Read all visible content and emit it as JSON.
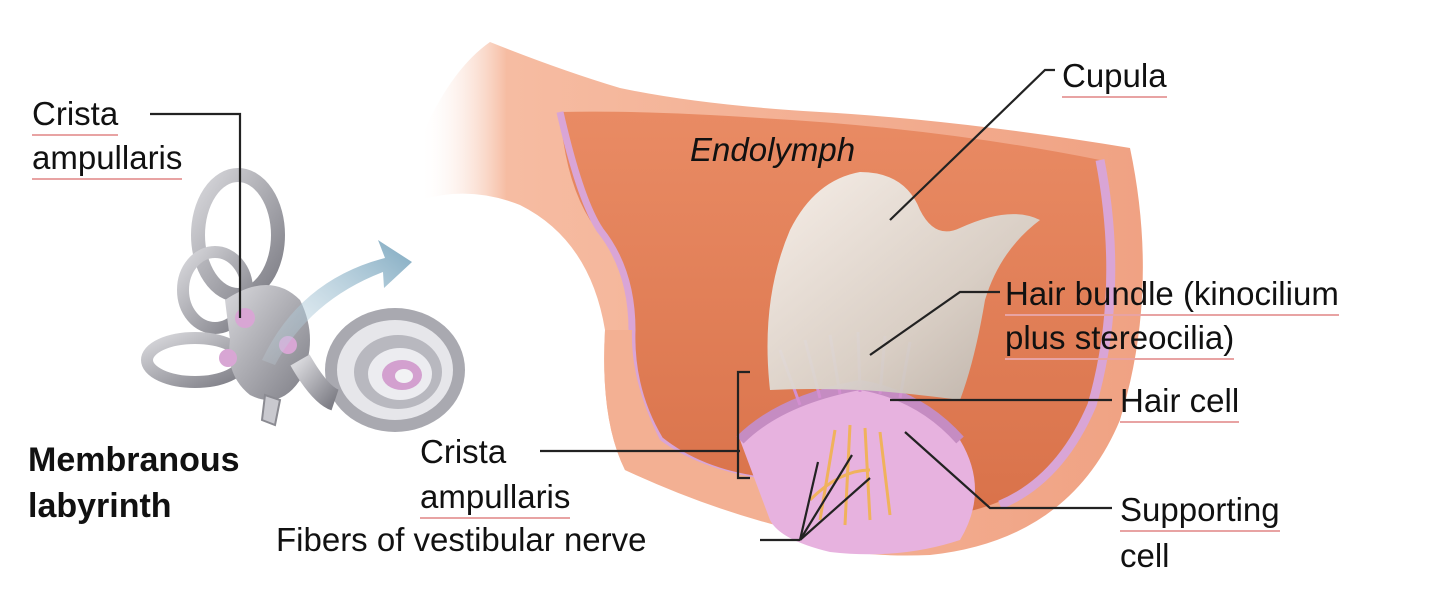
{
  "figure": {
    "labels": {
      "crista_small_1": "Crista",
      "crista_small_2": "ampullaris",
      "membranous_1": "Membranous",
      "membranous_2": "labyrinth",
      "endolymph": "Endolymph",
      "cupula": "Cupula",
      "hair_bundle_1": "Hair bundle (kinocilium",
      "hair_bundle_2": "plus stereocilia)",
      "hair_cell": "Hair cell",
      "crista_1": "Crista",
      "crista_2": "ampullaris",
      "fibers": "Fibers of vestibular nerve",
      "supporting_1": "Supporting",
      "supporting_2": "cell"
    },
    "colors": {
      "wall": "#f2a98a",
      "wall_dark": "#e58e6c",
      "lumen": "#e47f56",
      "epithelium": "#d9a5d6",
      "cupula": "#ece7df",
      "nerve": "#f0b25c",
      "labyrinth": "#9a9aa2",
      "arrow": "#8eb4c8"
    }
  }
}
